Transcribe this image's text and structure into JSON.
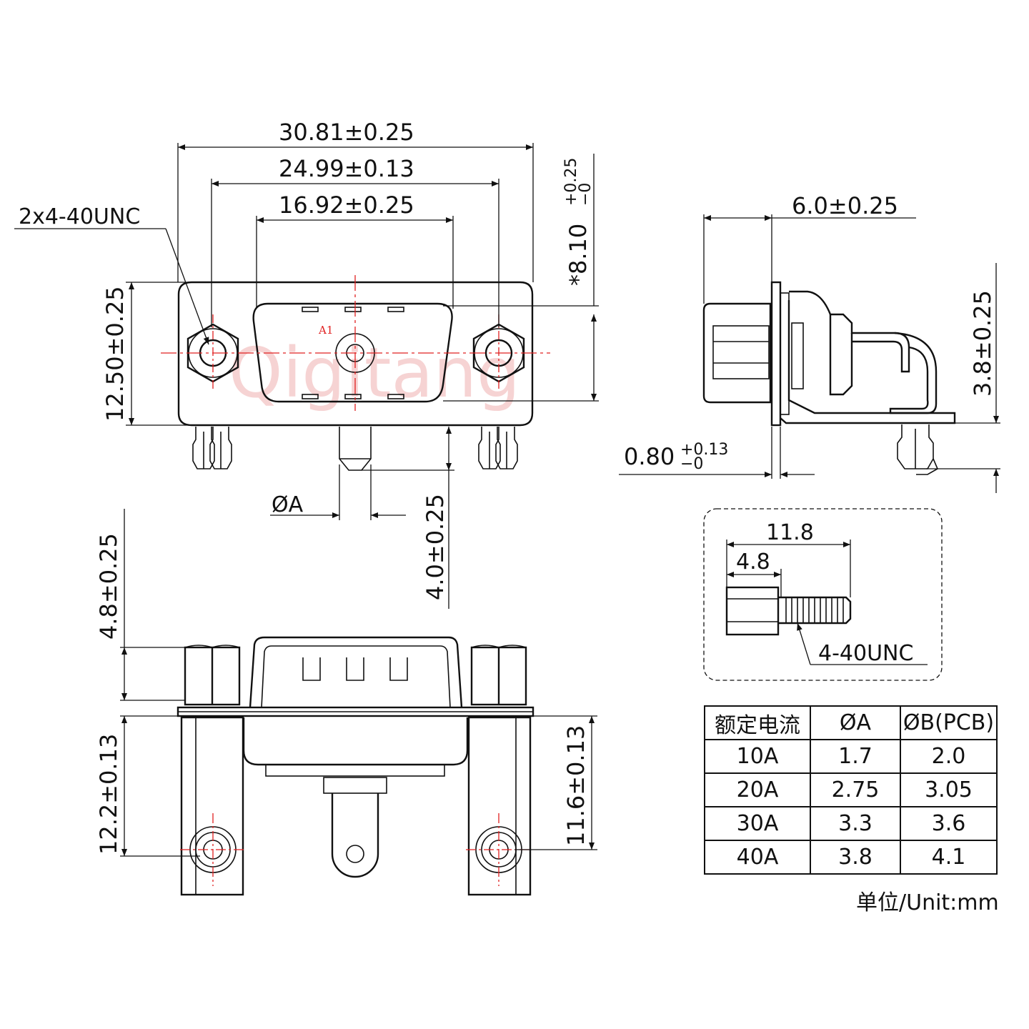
{
  "watermark": "Qigitang",
  "front_view": {
    "dim_overall_width": "30.81±0.25",
    "dim_screw_pitch": "24.99±0.13",
    "dim_shell_width": "16.92±0.25",
    "screw_callout": "2x4-40UNC",
    "dim_height": "12.50±0.25",
    "dim_shell_height_base": "*8.10",
    "dim_shell_height_tol_plus": "+0.25",
    "dim_shell_height_tol_minus": "−0",
    "pin_label": "A1",
    "pin_diameter_label": "ØA",
    "dim_pin_length": "4.0±0.25"
  },
  "side_view": {
    "dim_depth": "6.0±0.25",
    "dim_height": "3.8±0.25",
    "dim_flange_base": "0.80",
    "dim_flange_tol_plus": "+0.13",
    "dim_flange_tol_minus": "−0"
  },
  "screw_detail": {
    "dim_total_length": "11.8",
    "dim_hex_length": "4.8",
    "thread_label": "4-40UNC"
  },
  "bottom_view": {
    "dim_nut_height": "4.8±0.25",
    "dim_left_height": "12.2±0.13",
    "dim_right_height": "11.6±0.13"
  },
  "spec_table": {
    "headers": [
      "额定电流",
      "ØA",
      "ØB(PCB)"
    ],
    "rows": [
      [
        "10A",
        "1.7",
        "2.0"
      ],
      [
        "20A",
        "2.75",
        "3.05"
      ],
      [
        "30A",
        "3.3",
        "3.6"
      ],
      [
        "40A",
        "3.8",
        "4.1"
      ]
    ]
  },
  "unit_note": "单位/Unit:mm"
}
